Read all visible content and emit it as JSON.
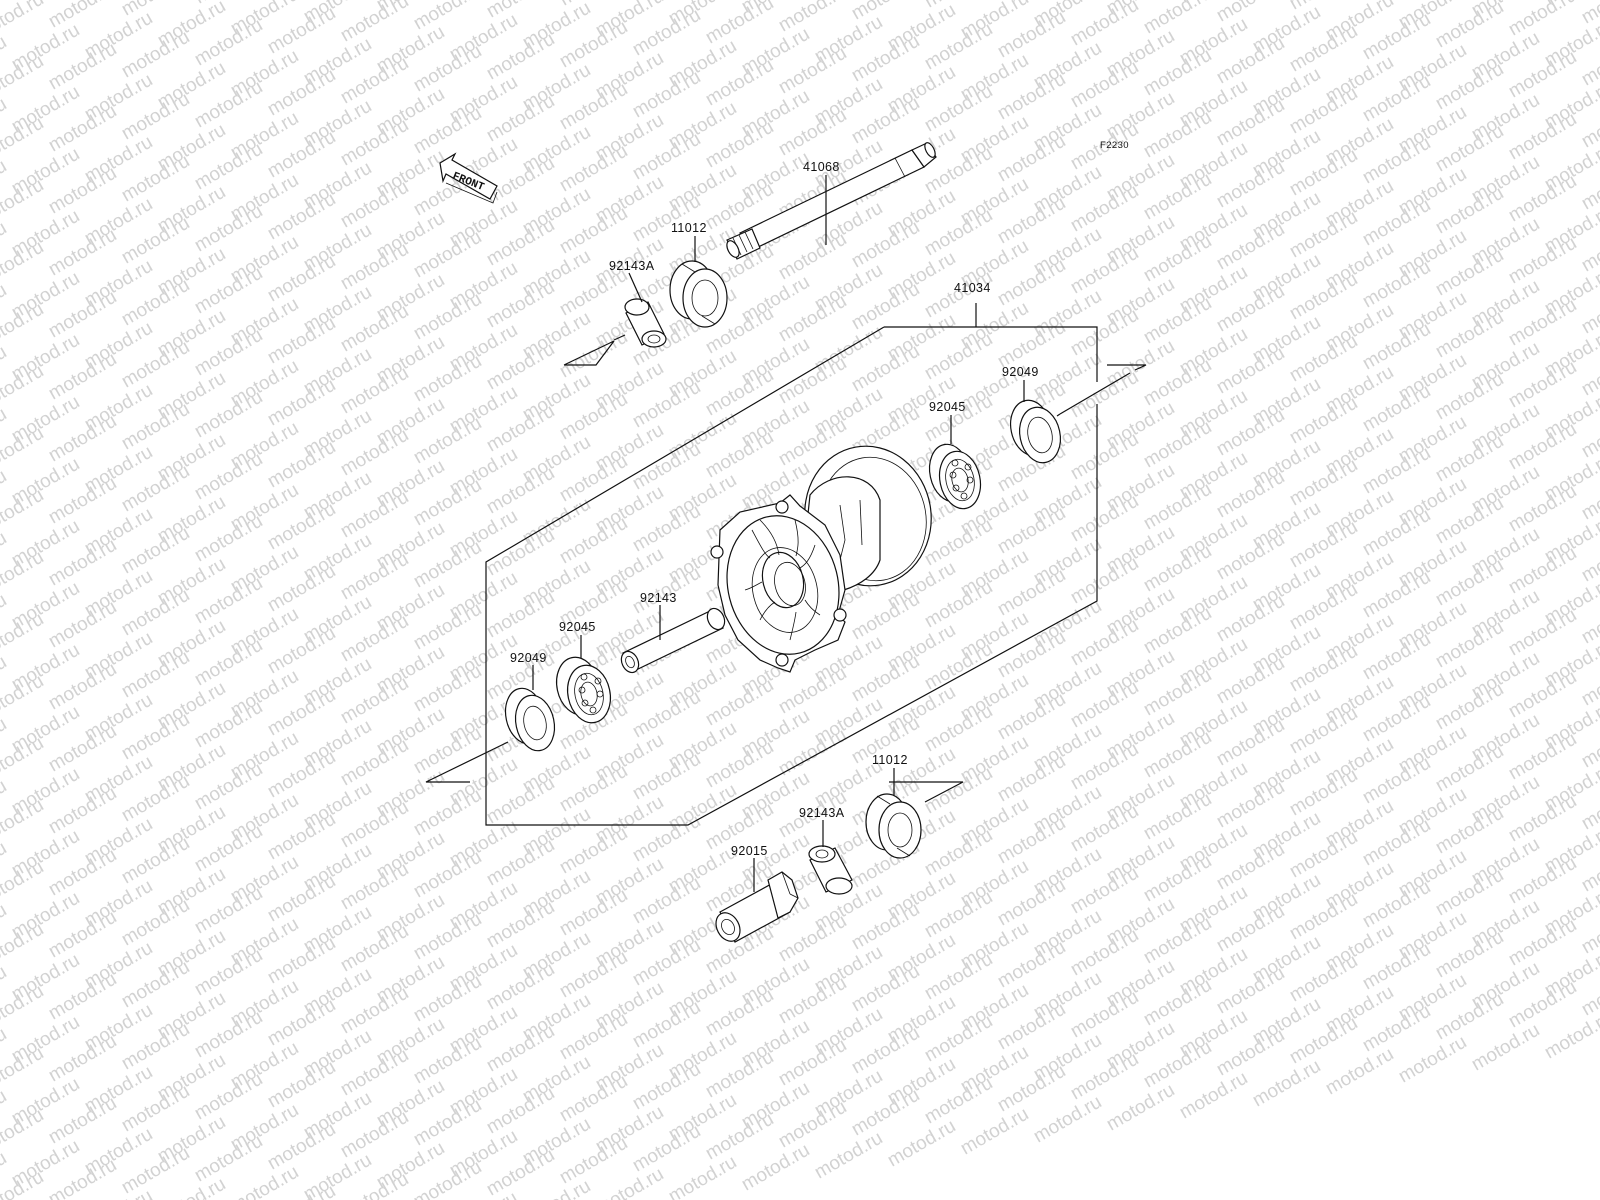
{
  "watermark": {
    "text": "motod.ru",
    "color": "#d2d2d2"
  },
  "diagram_code": "F2230",
  "front_label": "FRONT",
  "parts": [
    {
      "id": "axle",
      "number": "41068",
      "icon": "front-axle-icon"
    },
    {
      "id": "collar-top",
      "number": "92143A",
      "icon": "collar-icon"
    },
    {
      "id": "seal-top",
      "number": "11012",
      "icon": "oil-seal-icon"
    },
    {
      "id": "hub-assembly",
      "number": "41034",
      "icon": "wheel-hub-icon"
    },
    {
      "id": "seal-right",
      "number": "92049",
      "icon": "oil-seal-icon"
    },
    {
      "id": "bearing-right",
      "number": "92045",
      "icon": "ball-bearing-icon"
    },
    {
      "id": "spacer",
      "number": "92143",
      "icon": "spacer-tube-icon"
    },
    {
      "id": "bearing-left",
      "number": "92045",
      "icon": "ball-bearing-icon"
    },
    {
      "id": "seal-left",
      "number": "92049",
      "icon": "oil-seal-icon"
    },
    {
      "id": "seal-bottom",
      "number": "11012",
      "icon": "oil-seal-icon"
    },
    {
      "id": "collar-bottom",
      "number": "92143A",
      "icon": "collar-icon"
    },
    {
      "id": "axle-nut",
      "number": "92015",
      "icon": "axle-nut-icon"
    }
  ]
}
